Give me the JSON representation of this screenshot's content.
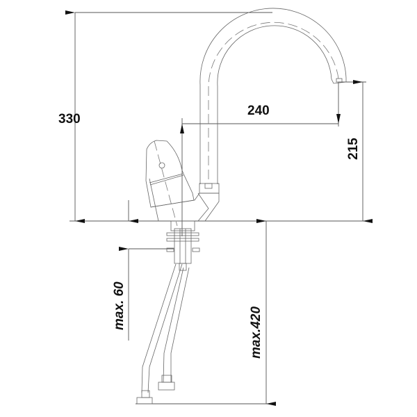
{
  "drawing": {
    "title": "Faucet dimension drawing",
    "dimensions": {
      "height_total": "330",
      "spout_reach": "240",
      "spout_height": "215",
      "max_deck_thickness": "max. 60",
      "max_hose_length": "max.420"
    },
    "line_color": "#555555",
    "text_color": "#111111"
  }
}
